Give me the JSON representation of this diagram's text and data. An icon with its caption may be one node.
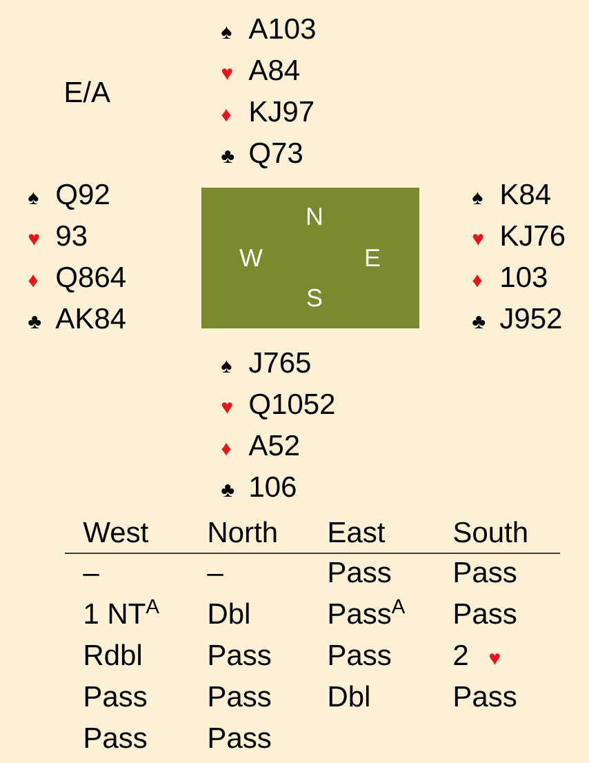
{
  "diagram": {
    "nodes": [
      {
        "text": [
          "N",
          "W",
          "E",
          "S"
        ]
      }
    ],
    "labels": [
      "♠",
      "A103",
      "♥",
      "A84",
      "♦",
      "KJ97",
      "♣",
      "Q73",
      "E/A",
      "♠",
      "Q92",
      "♥",
      "93",
      "♦",
      "Q864",
      "♣",
      "AK84",
      "♠",
      "K84",
      "♥",
      "KJ76",
      "♦",
      "103",
      "♣",
      "J952",
      "♠",
      "J765",
      "♥",
      "Q1052",
      "♦",
      "A52",
      "♣",
      "106",
      "West",
      "North",
      "East",
      "South",
      "–",
      "–",
      "Pass",
      "Pass",
      "1 NT$^{A}$",
      "Dbl",
      "Pass$^{A}$",
      "Pass",
      "Rdbl",
      "Pass",
      "Pass",
      "2",
      "♥",
      "Pass",
      "Pass",
      "Dbl",
      "Pass",
      "Pass",
      "Pass"
    ]
  }
}
